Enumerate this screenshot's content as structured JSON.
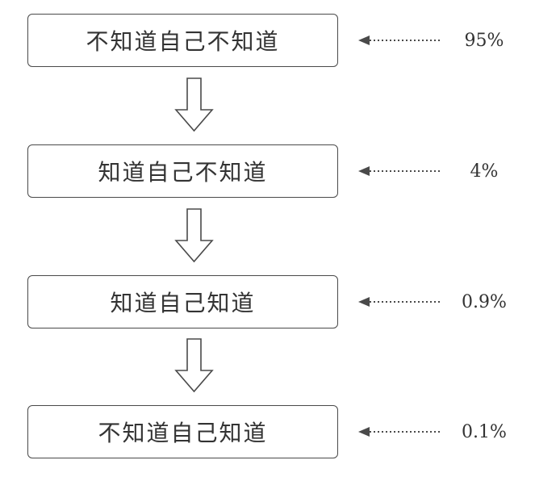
{
  "levels": [
    {
      "label": "不知道自己不知道",
      "percent": "95%"
    },
    {
      "label": "知道自己不知道",
      "percent": "4%"
    },
    {
      "label": "知道自己知道",
      "percent": "0.9%"
    },
    {
      "label": "不知道自己知道",
      "percent": "0.1%"
    }
  ],
  "colors": {
    "stroke": "#4a4a4a",
    "text": "#333333",
    "background": "#ffffff"
  }
}
